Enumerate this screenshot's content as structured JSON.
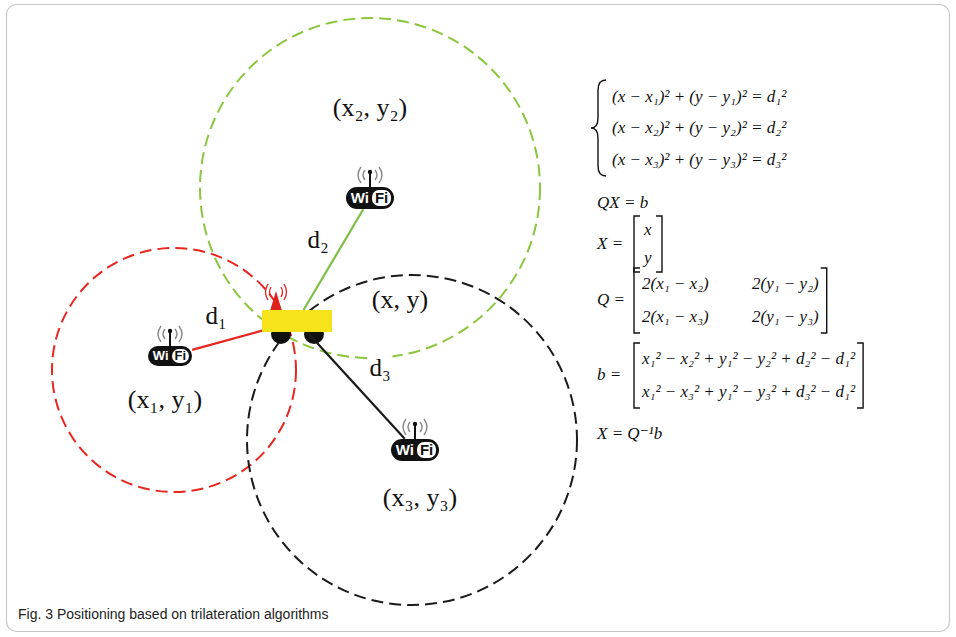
{
  "diagram": {
    "caption": "Fig. 3 Positioning based on trilateration algorithms",
    "nodes": [
      {
        "text": [
          "(x₁, y₁)",
          "Wi",
          "Fi"
        ]
      },
      {
        "text": [
          "(x₂, y₂)",
          "Wi",
          "Fi"
        ]
      },
      {
        "text": [
          "(x₃, y₃)",
          "Wi",
          "Fi"
        ]
      },
      {
        "text": [
          "(x, y)"
        ]
      }
    ],
    "edges": [
      {
        "from": 3,
        "to": 0,
        "arrow": "none",
        "label": "d₁"
      },
      {
        "from": 3,
        "to": 1,
        "arrow": "none",
        "label": "d₂"
      },
      {
        "from": 3,
        "to": 2,
        "arrow": "none",
        "label": "d₃"
      }
    ],
    "labels": [
      "(x − x₁)² + (y − y₁)² = d₁²",
      "(x − x₂)² + (y − y₂)² = d₂²",
      "(x − x₃)² + (y − y₃)² = d₃²",
      "QX = b",
      "X =",
      "x",
      "y",
      "Q =",
      "2(x₁ − x₂)",
      "2(y₁ − y₂)",
      "2(x₁ − x₃)",
      "2(y₁ − y₃)",
      "b =",
      "x₁² − x₂² + y₁² − y₂² + d₂² − d₁²",
      "x₁² − x₃² + y₁² − y₃² + d₃² − d₁²",
      "X = Q⁻¹b"
    ]
  }
}
